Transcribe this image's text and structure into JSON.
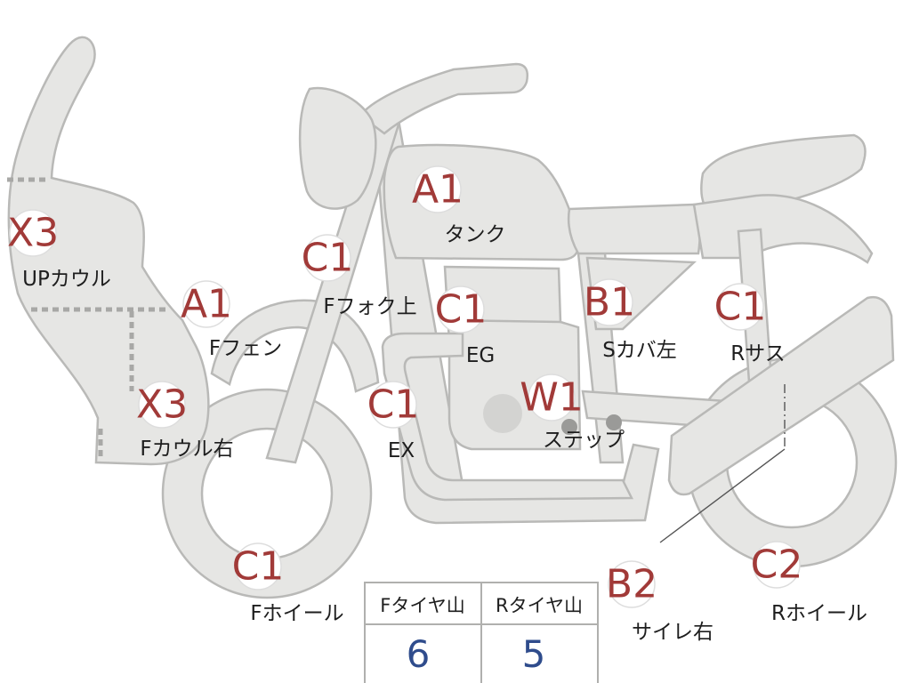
{
  "markers": [
    {
      "id": "up-cowl",
      "code": "X3",
      "label": "UPカウル"
    },
    {
      "id": "f-fender",
      "code": "A1",
      "label": "Fフェン"
    },
    {
      "id": "f-cowl-right",
      "code": "X3",
      "label": "Fカウル右"
    },
    {
      "id": "f-fork-upper",
      "code": "C1",
      "label": "Fフォク上"
    },
    {
      "id": "tank",
      "code": "A1",
      "label": "タンク"
    },
    {
      "id": "engine",
      "code": "C1",
      "label": "EG"
    },
    {
      "id": "s-cover-left",
      "code": "B1",
      "label": "Sカバ左"
    },
    {
      "id": "r-suspension",
      "code": "C1",
      "label": "Rサス"
    },
    {
      "id": "exhaust",
      "code": "C1",
      "label": "EX"
    },
    {
      "id": "step",
      "code": "W1",
      "label": "ステップ"
    },
    {
      "id": "f-wheel",
      "code": "C1",
      "label": "Fホイール"
    },
    {
      "id": "r-wheel",
      "code": "C2",
      "label": "Rホイール"
    },
    {
      "id": "silencer-right",
      "code": "B2",
      "label": "サイレ右"
    }
  ],
  "tire_table": {
    "headers": [
      "Fタイヤ山",
      "Rタイヤ山"
    ],
    "values": [
      "6",
      "5"
    ]
  },
  "colors": {
    "body_fill": "#e6e6e4",
    "outline": "#b9b9b7",
    "marker_text": "#a13a38",
    "tire_value": "#2f4c8c"
  }
}
